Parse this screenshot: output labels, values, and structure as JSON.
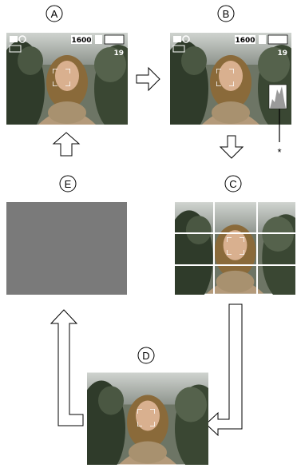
{
  "panels": {
    "a": {
      "label": "A"
    },
    "b": {
      "label": "B"
    },
    "c": {
      "label": "C"
    },
    "d": {
      "label": "D"
    },
    "e": {
      "label": "E"
    }
  },
  "hud": {
    "iso": "1600",
    "count": "19"
  },
  "annotation": {
    "star": "*"
  },
  "colors": {
    "screen_gray": "#7a7a7a",
    "line": "#000000",
    "grid": "#ffffff"
  }
}
